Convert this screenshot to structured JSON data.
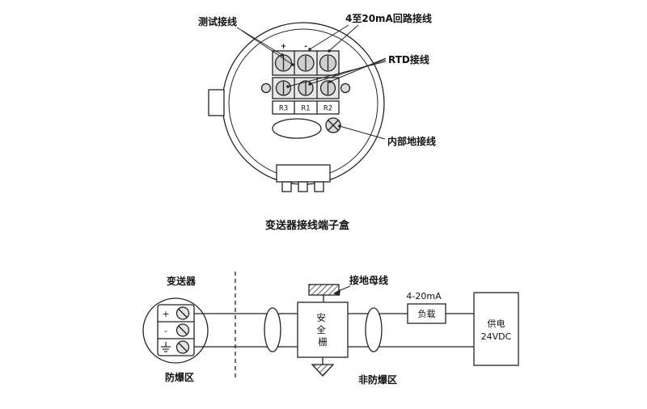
{
  "terminal_box": {
    "labels": {
      "test": "测试接线",
      "loop": "4至20mA回路接线",
      "rtd": "RTD接线",
      "internal_ground": "内部地接线"
    },
    "screw_marks": [
      "+",
      "-"
    ],
    "terminal_strip": [
      "R3",
      "R1",
      "R2"
    ],
    "caption": "变送器接线端子盒"
  },
  "wiring_diagram": {
    "transmitter_label": "变送器",
    "zone_left": "防爆区",
    "zone_right": "非防爆区",
    "ground_bus_label": "接地母线",
    "safety_barrier": [
      "安",
      "全",
      "栅"
    ],
    "signal_label": "4-20mA",
    "load_label": "负载",
    "power_label": [
      "供电",
      "24VDC"
    ],
    "polarity": [
      "+",
      "-"
    ]
  },
  "colors": {
    "line": "#222222",
    "metal": "#d9d9d9",
    "base": "#e8e8e8"
  }
}
